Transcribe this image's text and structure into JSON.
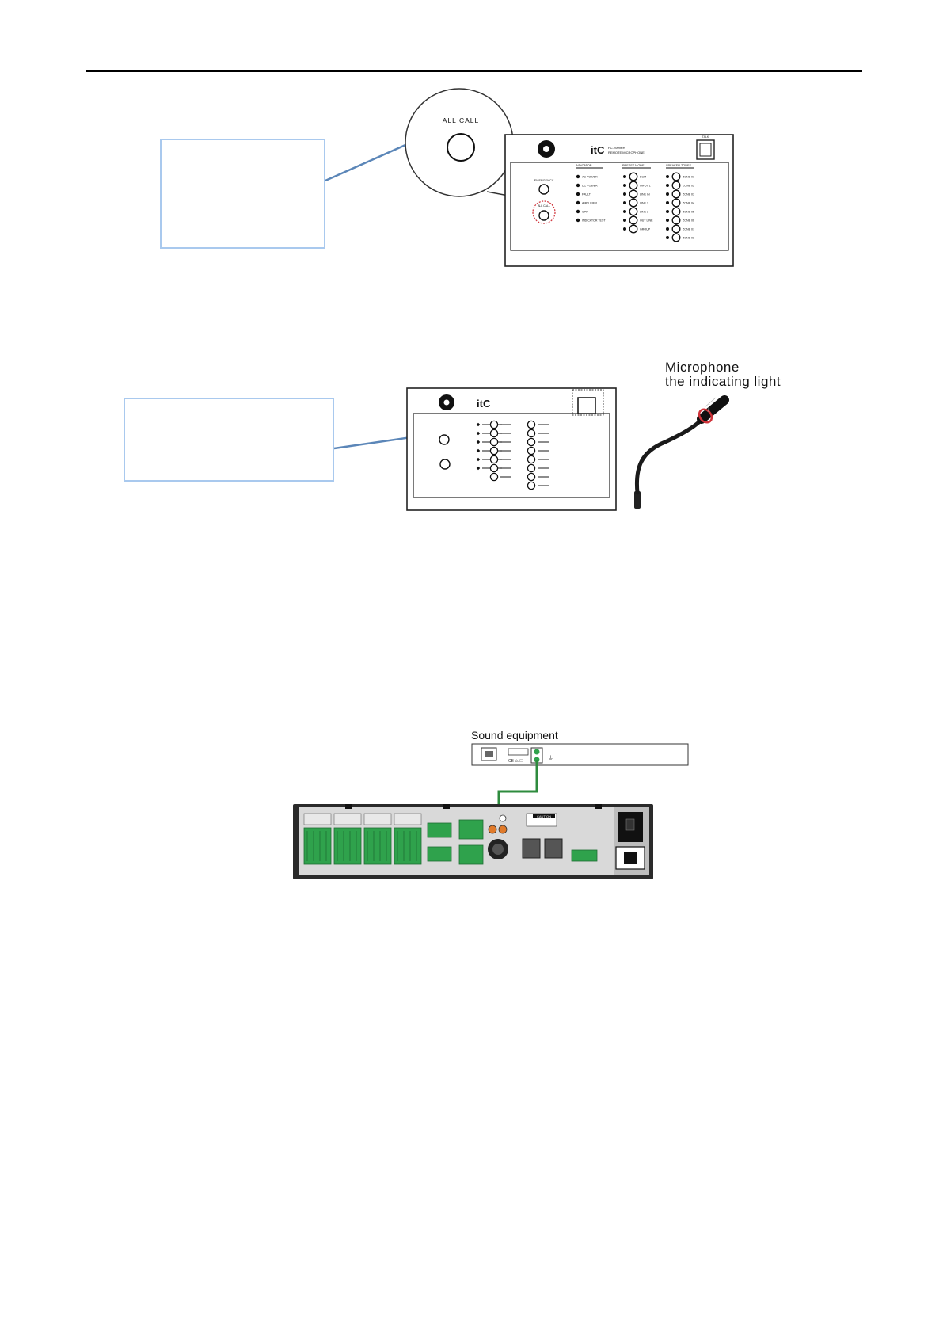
{
  "figure1": {
    "zoom_label": "ALL CALL",
    "console": {
      "brand": "itC",
      "model_line1": "PC-2009RH",
      "model_line2": "REMOTE MICROPHONE",
      "talk_label": "TALK",
      "btn_emergency": "EMERGENCY",
      "btn_allcall": "ALL CALL",
      "indicator_header": "INDICATOR",
      "indicators": [
        "AC POWER",
        "DC POWER",
        "FAULT",
        "AMPLIFIER",
        "CPU",
        "INDICATOR TEST"
      ],
      "source_header": "PRESET MODE",
      "sources": [
        "BGM",
        "INPUT 1",
        "LINE IN",
        "LINE 2",
        "LINE 3",
        "OUT LINE",
        "GROUP"
      ],
      "zone_header": "SPEAKER ZONES",
      "zones": [
        "ZONE 01",
        "ZONE 02",
        "ZONE 03",
        "ZONE 04",
        "ZONE 05",
        "ZONE 06",
        "ZONE 07",
        "ZONE 08"
      ]
    }
  },
  "figure2": {
    "mic_label_line1": "Microphone",
    "mic_label_line2": "the indicating light"
  },
  "figure3": {
    "sound_equipment_label": "Sound equipment",
    "caution_label": "CAUTION"
  },
  "colors": {
    "callout_border": "#a9c9ee",
    "leader_line": "#5b86b8",
    "highlight_ring": "#d0333a",
    "connector_green": "#2fa24c",
    "cable_green": "#2e8b3e",
    "panel_dark": "#2a2a2a"
  }
}
